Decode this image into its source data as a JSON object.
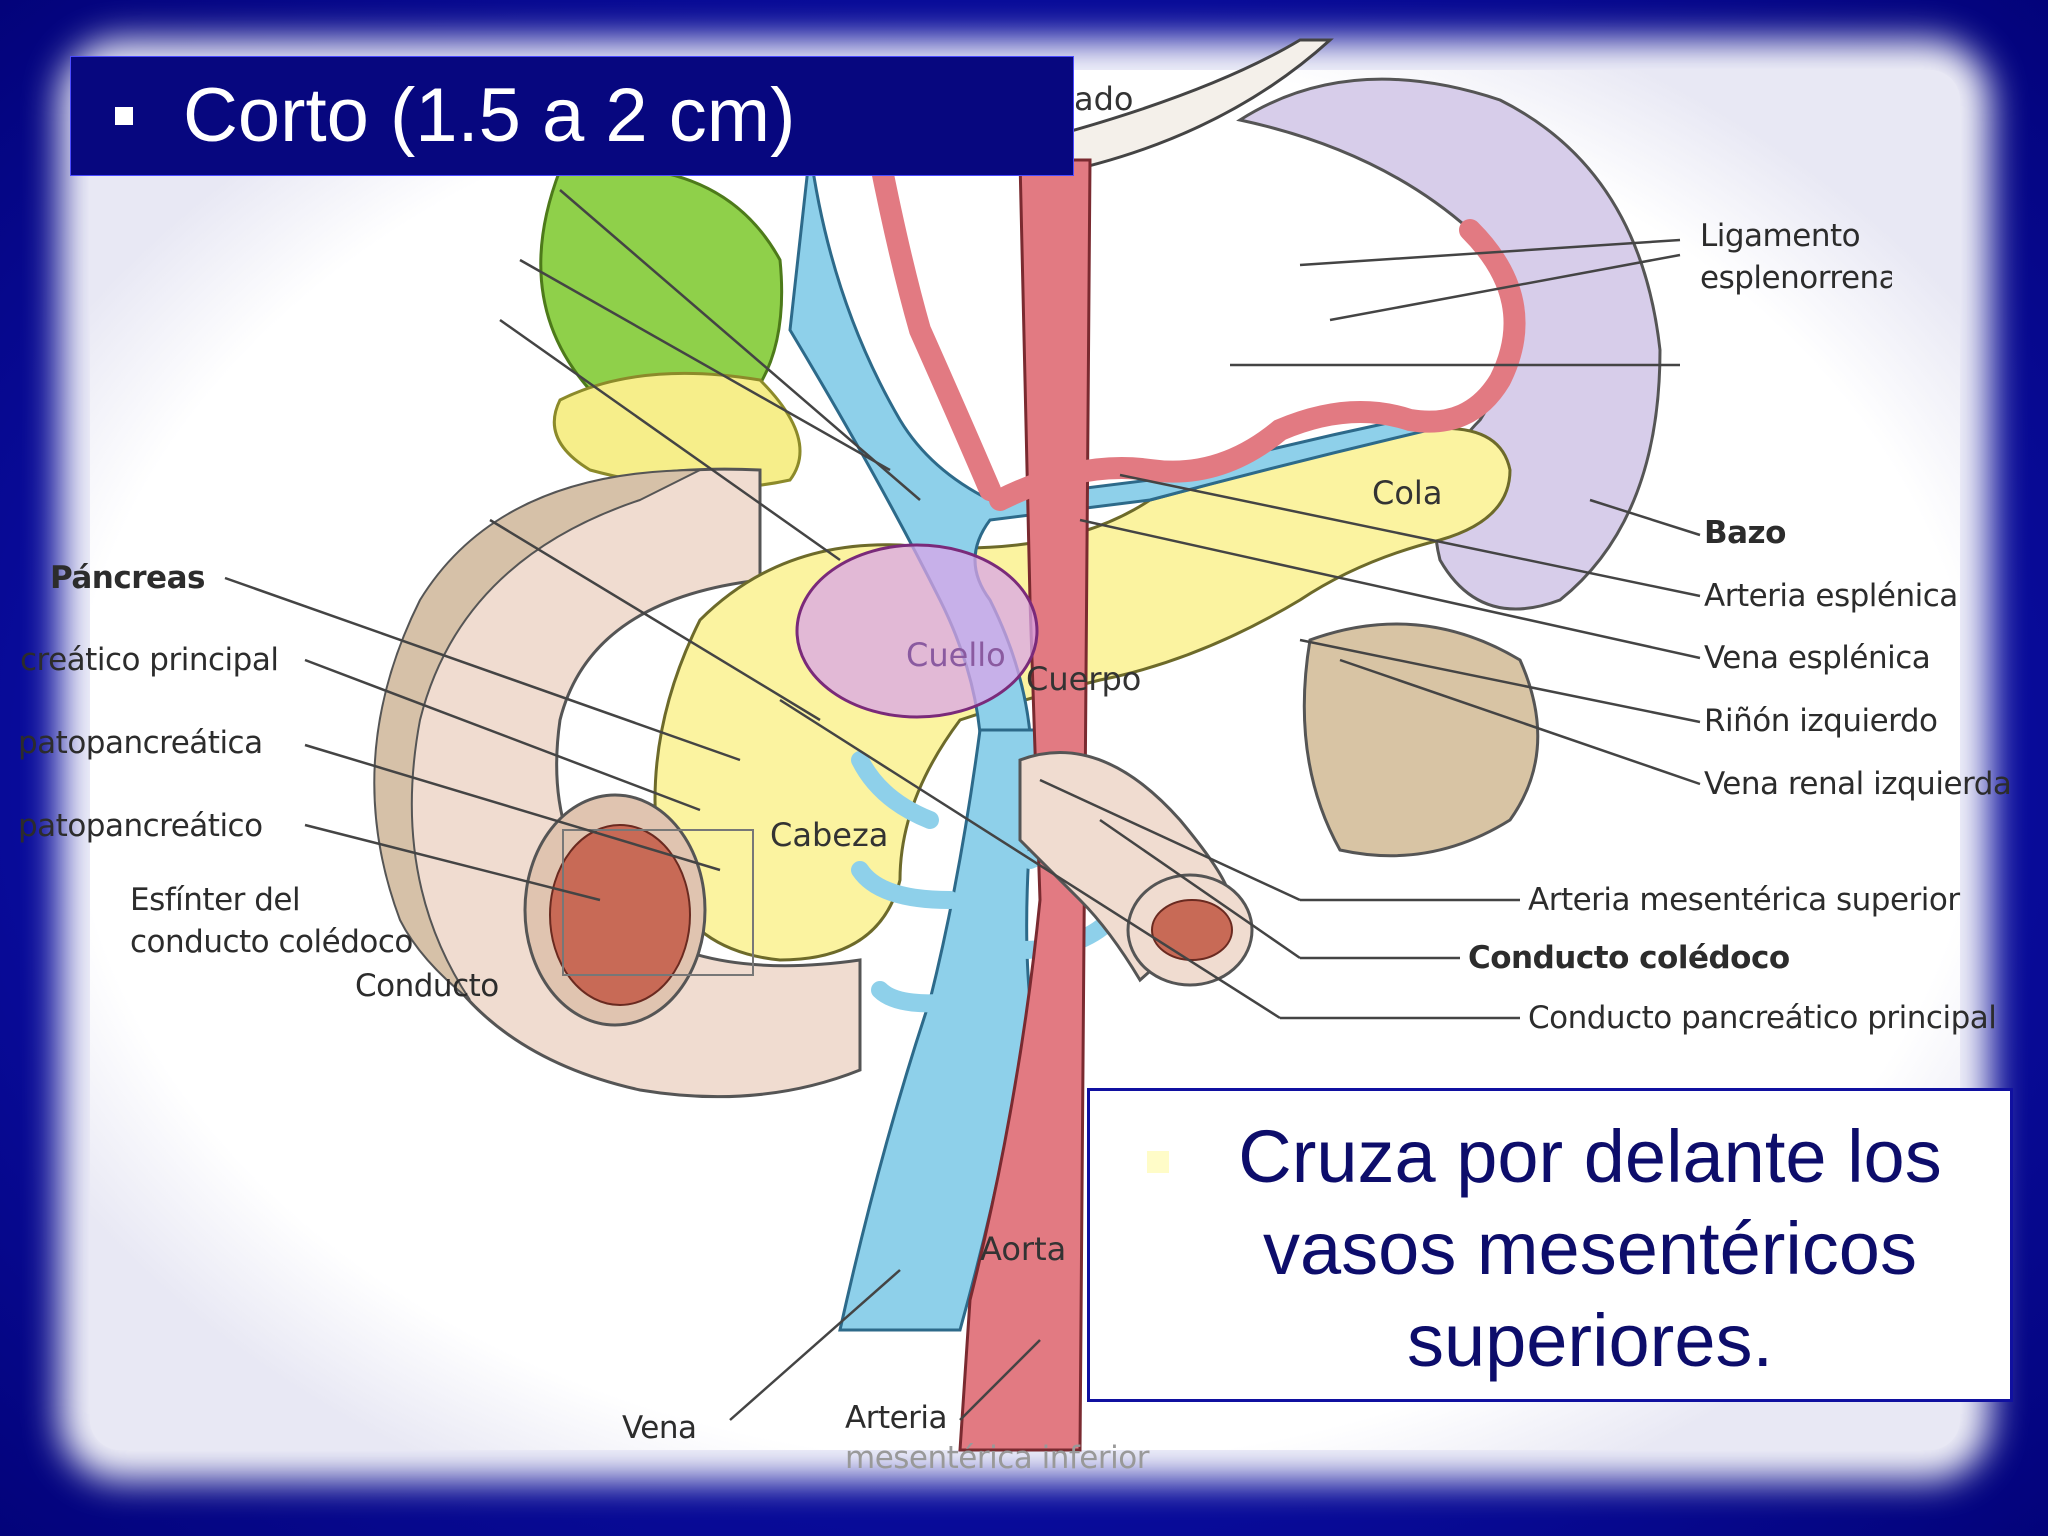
{
  "slide": {
    "title": "Corto (1.5 a 2 cm)",
    "callout": "Cruza por delante los vasos mesentéricos superiores."
  },
  "figure": {
    "highlight_label": "Cuello",
    "organ_labels": {
      "hepatic_partial": "ado",
      "cola": "Cola",
      "cuerpo": "Cuerpo",
      "cabeza": "Cabeza",
      "aorta": "Aorta"
    },
    "left_labels": {
      "pancreas": "Páncreas",
      "conducto_principal": "creático principal",
      "hepatopancreatica": "patopancreática",
      "hepatopancreatico": "patopancreático",
      "esfinter_line1": "Esfínter del",
      "esfinter_line2": "conducto colédoco",
      "conducto": "Conducto"
    },
    "right_labels": {
      "ligamento_line1": "Ligamento",
      "ligamento_line2": "esplenorrena",
      "bazo": "Bazo",
      "arteria_esplenica": "Arteria esplénica",
      "vena_esplenica": "Vena esplénica",
      "rinon_izquierdo": "Riñón izquierdo",
      "vena_renal": "Vena renal izquierda",
      "arteria_mesenterica_sup": "Arteria mesentérica superior",
      "conducto_coledoco": "Conducto colédoco",
      "conducto_pancreatico": "Conducto pancreático principal"
    },
    "bottom_labels": {
      "vena": "Vena",
      "arteria": "Arteria",
      "mesenterica_inferior": "mesentérica inferior"
    }
  }
}
